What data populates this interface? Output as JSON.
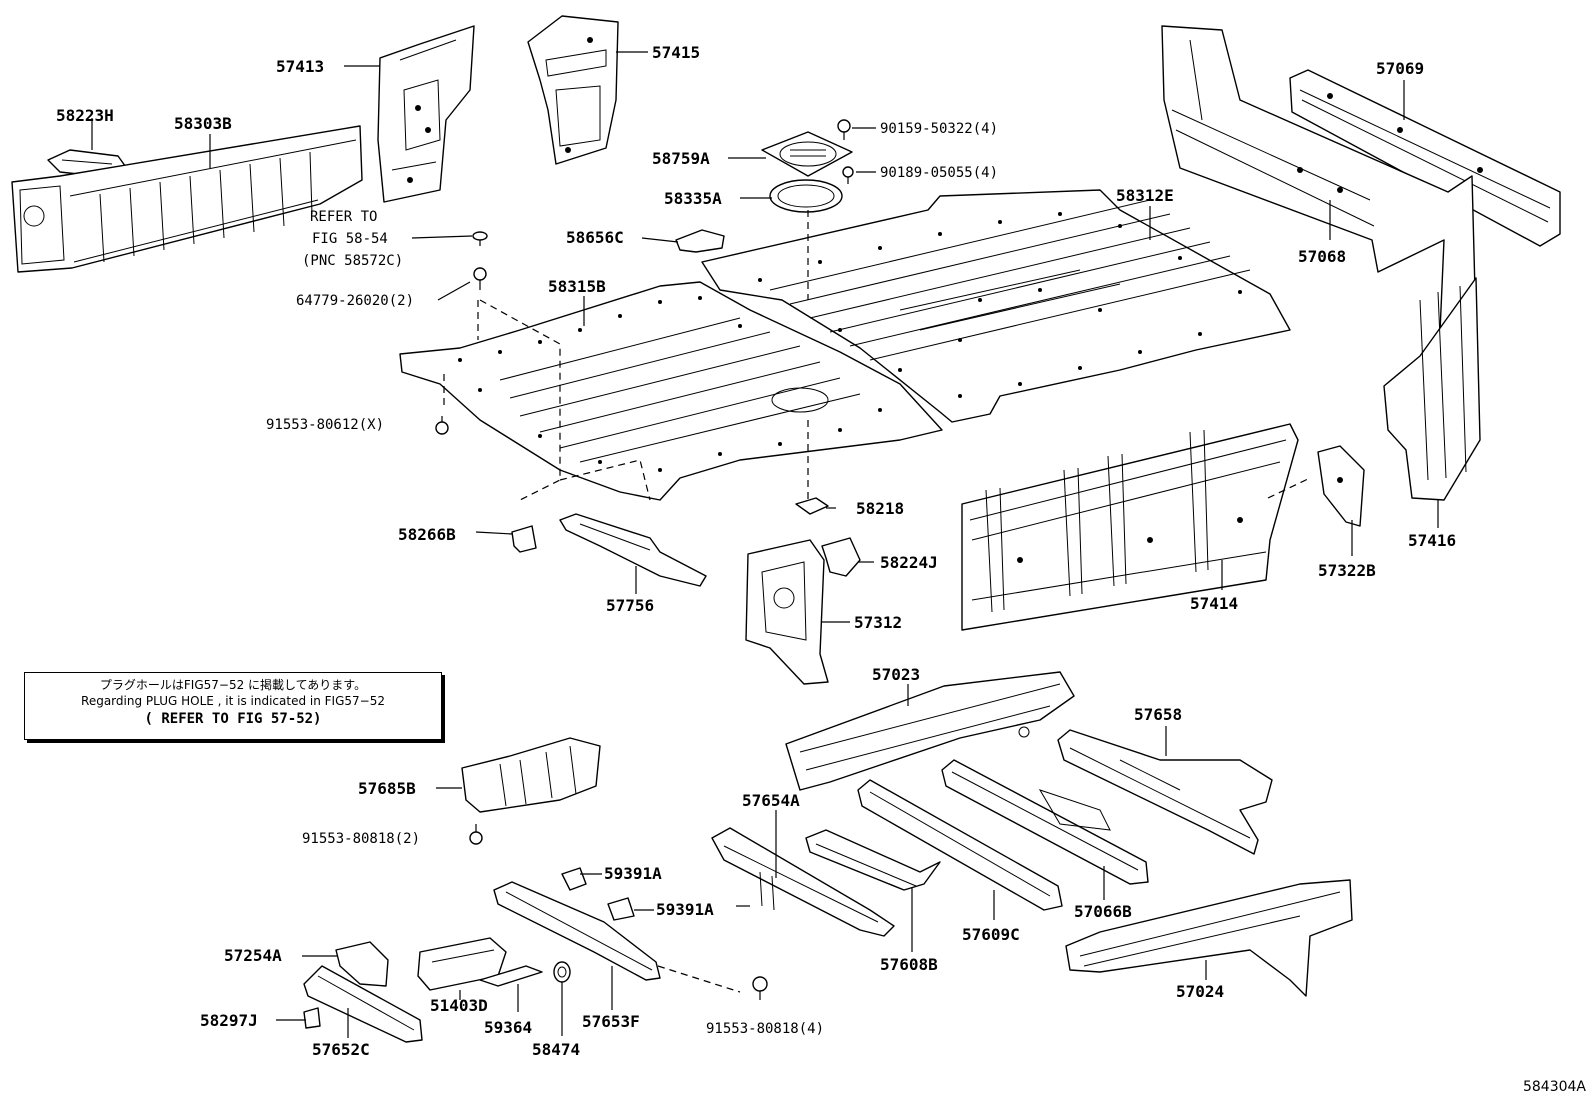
{
  "diagram_id": "584304A",
  "note": {
    "line1": "プラグホールはFIG57−52 に掲載してあります。",
    "line2": "Regarding  PLUG HOLE , it is indicated in FIG57−52",
    "line3": "( REFER TO FIG 57-52)"
  },
  "refer": {
    "line1": "REFER TO",
    "line2": "FIG 58-54",
    "line3": "(PNC 58572C)"
  },
  "labels": {
    "p58223H": "58223H",
    "p58303B": "58303B",
    "p57413": "57413",
    "p57415": "57415",
    "p57069": "57069",
    "p57068": "57068",
    "p58759A": "58759A",
    "p58335A": "58335A",
    "p90159": "90159-50322(4)",
    "p90189": "90189-05055(4)",
    "p58312E": "58312E",
    "p58656C": "58656C",
    "p64779": "64779-26020(2)",
    "p58315B": "58315B",
    "p91553x": "91553-80612(X)",
    "p58218": "58218",
    "p58266B": "58266B",
    "p57756": "57756",
    "p58224J": "58224J",
    "p57312": "57312",
    "p57414": "57414",
    "p57322B": "57322B",
    "p57416": "57416",
    "p57023": "57023",
    "p57658": "57658",
    "p57685B": "57685B",
    "p91553a": "91553-80818(2)",
    "p57654A": "57654A",
    "p59391Aa": "59391A",
    "p59391Ab": "59391A",
    "p57254A": "57254A",
    "p51403D": "51403D",
    "p59364": "59364",
    "p58474": "58474",
    "p57653F": "57653F",
    "p91553b": "91553-80818(4)",
    "p58297J": "58297J",
    "p57652C": "57652C",
    "p57608B": "57608B",
    "p57609C": "57609C",
    "p57066B": "57066B",
    "p57024": "57024"
  }
}
